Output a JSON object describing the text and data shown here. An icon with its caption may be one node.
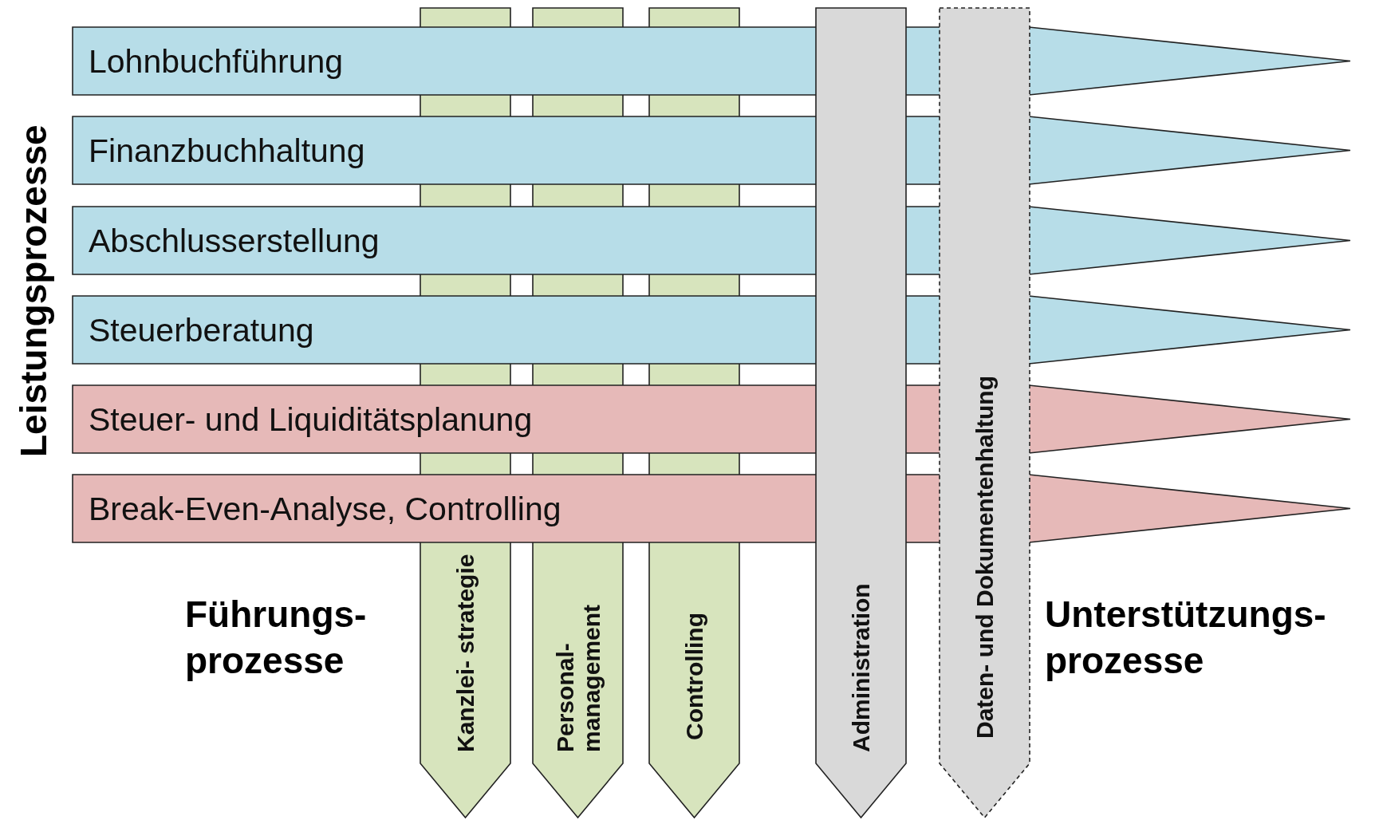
{
  "diagram": {
    "nodes": [
      {
        "text": [
          "Kanzlei- strategie"
        ]
      },
      {
        "text": [
          "Personal- management"
        ]
      },
      {
        "text": [
          "Controlling"
        ]
      },
      {
        "text": [
          "Lohnbuchführung"
        ]
      },
      {
        "text": [
          "Finanzbuchhaltung"
        ]
      },
      {
        "text": [
          "Abschlusserstellung"
        ]
      },
      {
        "text": [
          "Steuerberatung"
        ]
      },
      {
        "text": [
          "Steuer- und Liquiditätsplanung"
        ]
      },
      {
        "text": [
          "Break-Even-Analyse, Controlling"
        ]
      },
      {
        "text": [
          "Administration"
        ]
      },
      {
        "text": [
          "Daten- und Dokumentenhaltung"
        ]
      }
    ],
    "edges": [],
    "labels": [
      "Leistungsprozesse",
      "Führungs- prozesse",
      "Unterstützungs- prozesse"
    ]
  }
}
